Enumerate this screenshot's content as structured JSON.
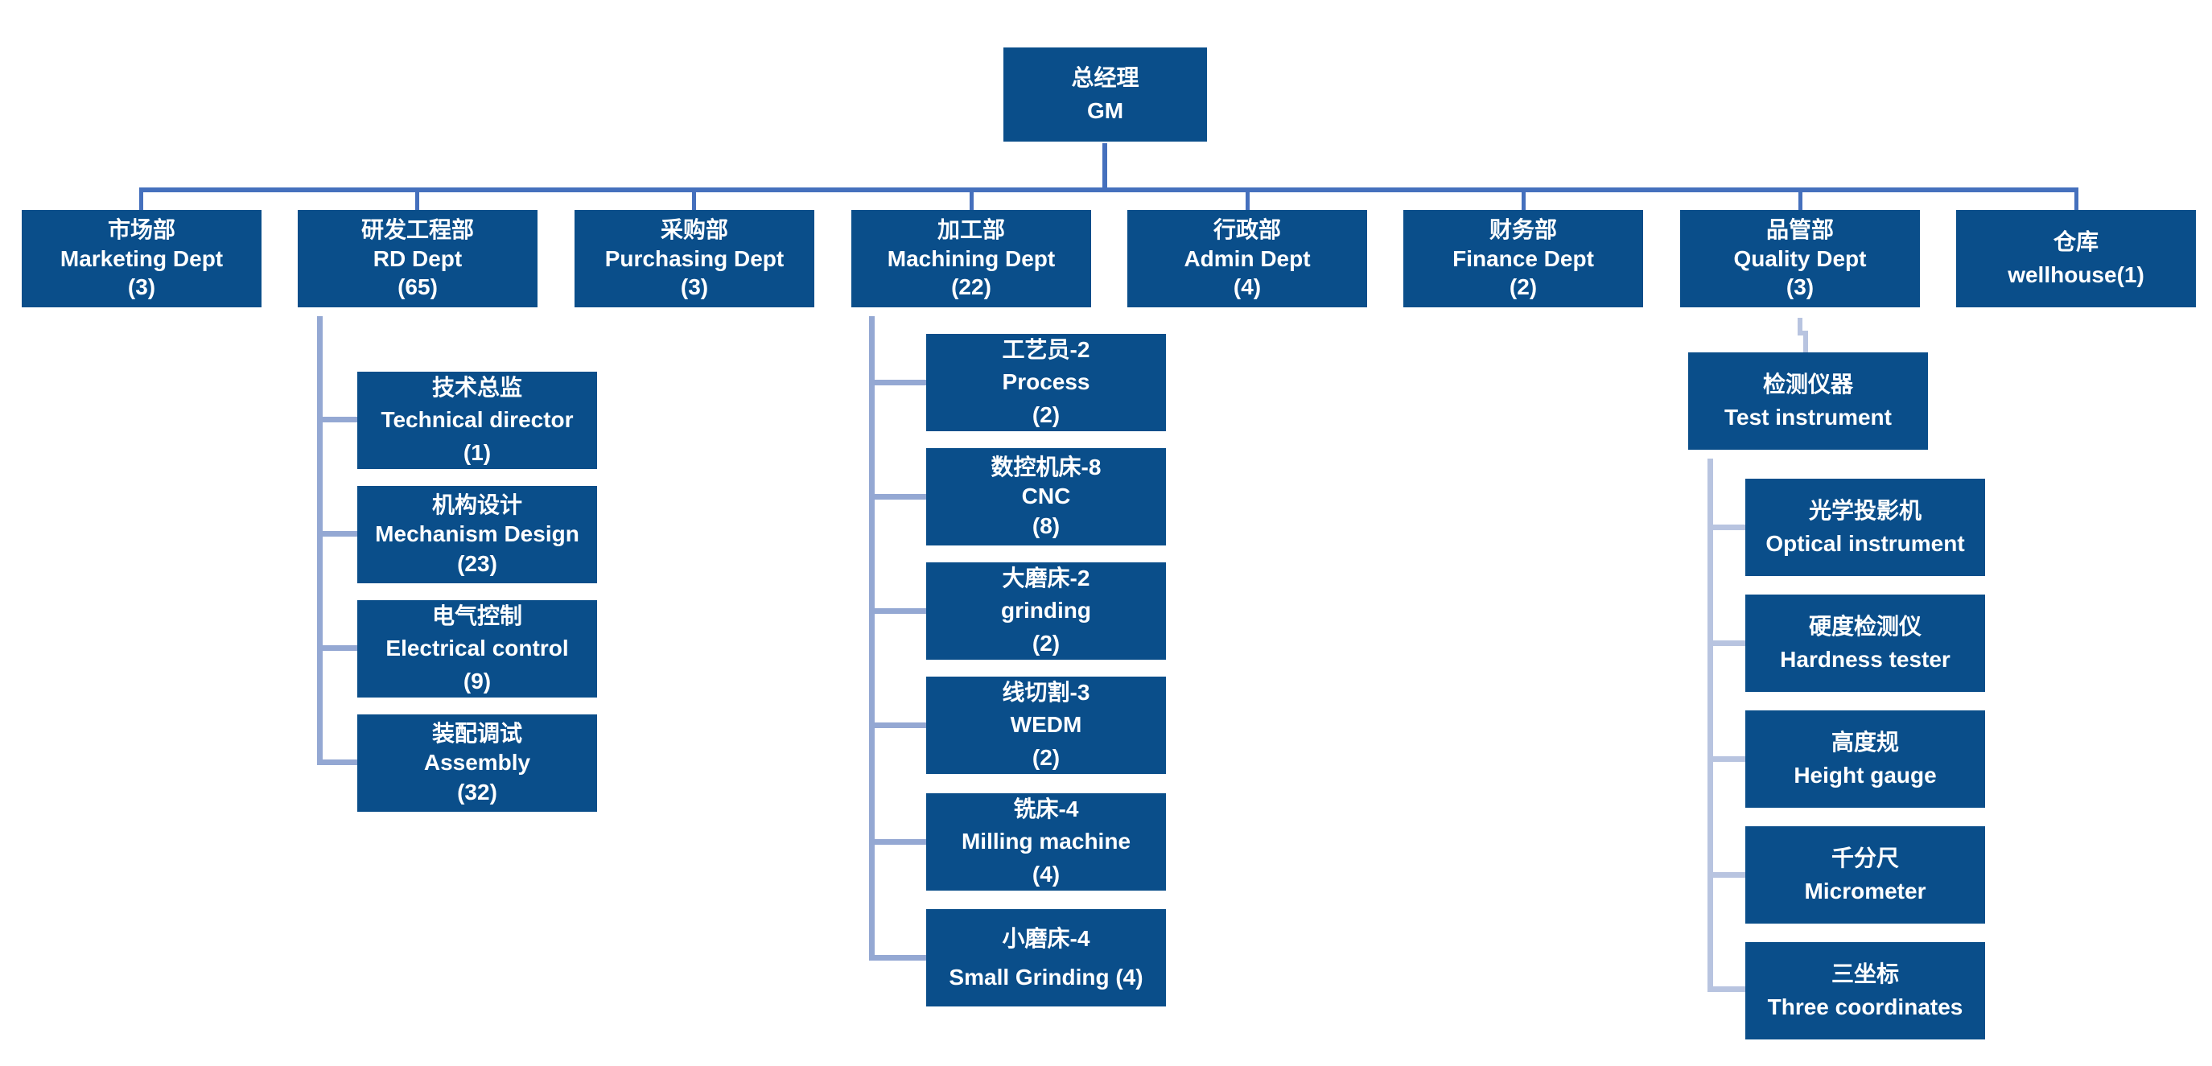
{
  "gm": {
    "cn": "总经理",
    "en": "GM"
  },
  "departments": [
    {
      "cn": "市场部",
      "en": "Marketing Dept",
      "count": "(3)"
    },
    {
      "cn": "研发工程部",
      "en": "RD Dept",
      "count": "(65)"
    },
    {
      "cn": "采购部",
      "en": "Purchasing Dept",
      "count": "(3)"
    },
    {
      "cn": "加工部",
      "en": "Machining Dept",
      "count": "(22)"
    },
    {
      "cn": "行政部",
      "en": "Admin Dept",
      "count": "(4)"
    },
    {
      "cn": "财务部",
      "en": "Finance Dept",
      "count": "(2)"
    },
    {
      "cn": "品管部",
      "en": "Quality Dept",
      "count": "(3)"
    },
    {
      "cn": "仓库",
      "en": "wellhouse(1)"
    }
  ],
  "rd_units": [
    {
      "cn": "技术总监",
      "en": "Technical director",
      "count": "(1)"
    },
    {
      "cn": "机构设计",
      "en": "Mechanism Design",
      "count": "(23)"
    },
    {
      "cn": "电气控制",
      "en": "Electrical control",
      "count": "(9)"
    },
    {
      "cn": "装配调试",
      "en": "Assembly",
      "count": "(32)"
    }
  ],
  "machining_units": [
    {
      "cn": "工艺员-2",
      "en": "Process",
      "count": "(2)"
    },
    {
      "cn": "数控机床-8",
      "en": "CNC",
      "count": "(8)"
    },
    {
      "cn": "大磨床-2",
      "en": "grinding",
      "count": "(2)"
    },
    {
      "cn": "线切割-3",
      "en": "WEDM",
      "count": "(2)"
    },
    {
      "cn": "铣床-4",
      "en": "Milling machine",
      "count": "(4)"
    },
    {
      "cn": "小磨床-4",
      "en": "Small Grinding (4)"
    }
  ],
  "quality": {
    "group": {
      "cn": "检测仪器",
      "en": "Test instrument"
    },
    "instruments": [
      {
        "cn": "光学投影机",
        "en": "Optical instrument"
      },
      {
        "cn": "硬度检测仪",
        "en": "Hardness tester"
      },
      {
        "cn": "高度规",
        "en": "Height gauge"
      },
      {
        "cn": "千分尺",
        "en": "Micrometer"
      },
      {
        "cn": "三坐标",
        "en": "Three coordinates"
      }
    ]
  },
  "colors": {
    "box": "#0a4e8a",
    "connector": "#4570bd",
    "sub_connector": "#94a8d3",
    "quality_connector": "#b8c4e0"
  }
}
